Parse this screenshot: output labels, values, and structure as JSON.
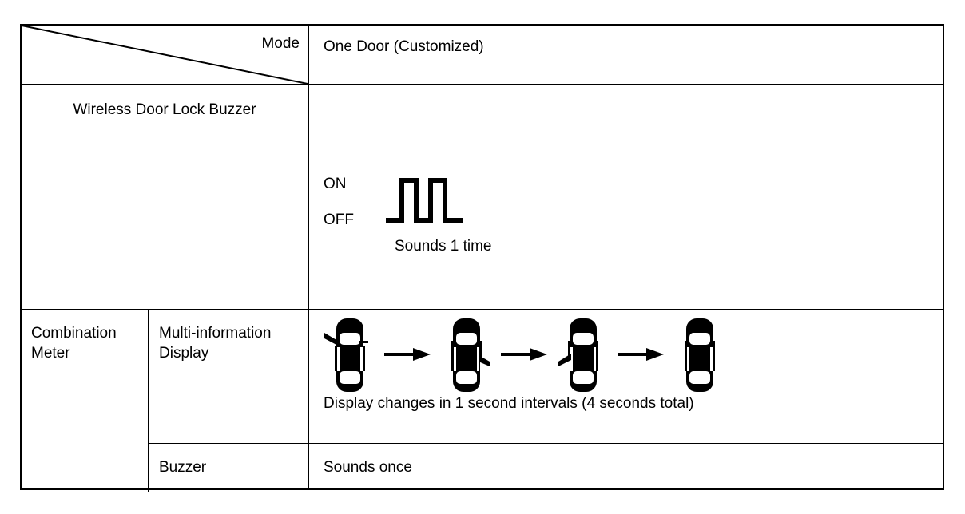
{
  "table": {
    "header": {
      "corner_label": "Mode",
      "mode_value": "One Door (Customized)"
    },
    "rows": [
      {
        "label": "Wireless Door Lock Buzzer",
        "waveform": {
          "on_label": "ON",
          "off_label": "OFF",
          "caption": "Sounds 1 time",
          "pulse_count": 2
        }
      },
      {
        "label": "Combination Meter",
        "sub_rows": [
          {
            "label": "Multi-information\nDisplay",
            "caption": "Display changes in 1 second intervals (4 seconds total)",
            "sequence": [
              {
                "name": "car-front-left-door-open",
                "door": "front-left"
              },
              {
                "name": "car-rear-right-door-open",
                "door": "rear-right"
              },
              {
                "name": "car-rear-left-door-open",
                "door": "rear-left"
              },
              {
                "name": "car-all-doors-closed",
                "door": "none"
              }
            ],
            "arrow_glyph": "arrow-right"
          },
          {
            "label": "Buzzer",
            "value": "Sounds once"
          }
        ]
      }
    ]
  },
  "colors": {
    "line": "#000000",
    "background": "#ffffff",
    "text": "#000000"
  }
}
